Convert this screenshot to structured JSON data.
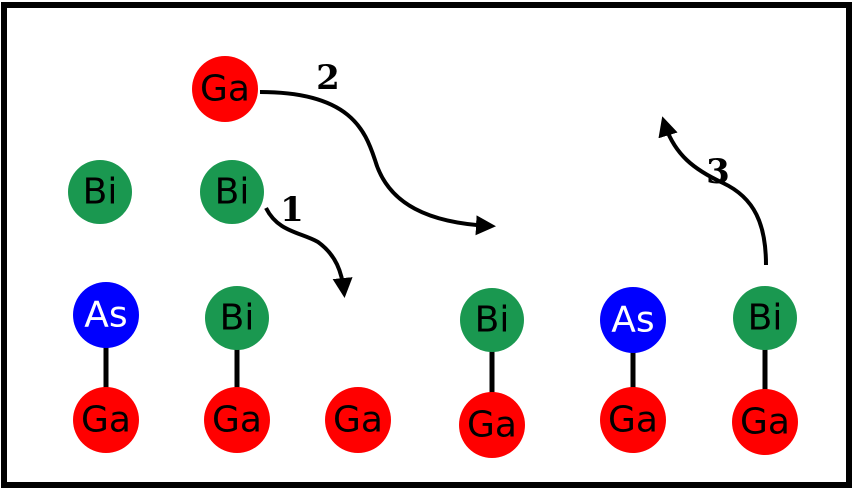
{
  "colors": {
    "Ga": "#ff0000",
    "Bi": "#1a9850",
    "As": "#0000ff",
    "frame": "#000000",
    "bond": "#000000",
    "arrow": "#000000"
  },
  "labels": {
    "ga": "Ga",
    "bi": "Bi",
    "as": "As"
  },
  "steps": {
    "one": "1",
    "two": "2",
    "three": "3"
  }
}
